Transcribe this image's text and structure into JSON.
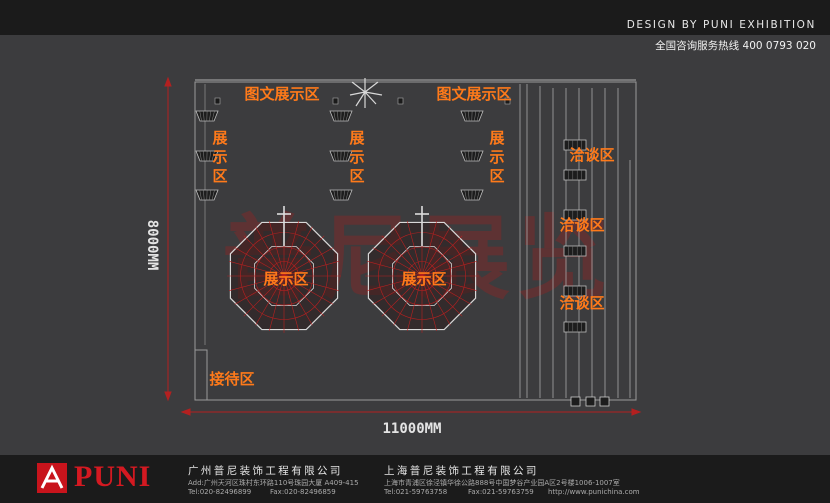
{
  "header": {
    "brand": "DESIGN BY PUNI EXHIBITION",
    "hotline": "全国咨询服务热线 400 0793 020"
  },
  "plan": {
    "watermark": "普尼展览",
    "dim_width": "11000MM",
    "dim_height": "8000MM",
    "zones": {
      "graphic_left": "图文展示区",
      "graphic_right": "图文展示区",
      "display_left": "展示区",
      "display_mid": "展示区",
      "display_right": "展示区",
      "booth_left": "展示区",
      "booth_right": "展示区",
      "negotiation_1": "洽谈区",
      "negotiation_2": "洽谈区",
      "negotiation_3": "洽谈区",
      "reception": "接待区"
    }
  },
  "footer": {
    "logo_text": "PUNI",
    "guangzhou": {
      "name": "广州普尼装饰工程有限公司",
      "addr": "Add:广州天河区珠村东环路110号珠园大厦 A409-415",
      "tel": "Tel:020-82496899",
      "fax": "Fax:020-82496859"
    },
    "shanghai": {
      "name": "上海普尼装饰工程有限公司",
      "addr": "上海市青浦区徐泾镇华徐公路888号中国梦谷产业园A区2号楼1006-1007室",
      "tel": "Tel:021-59763758",
      "fax": "Fax:021-59763759",
      "web": "http://www.punichina.com"
    }
  }
}
